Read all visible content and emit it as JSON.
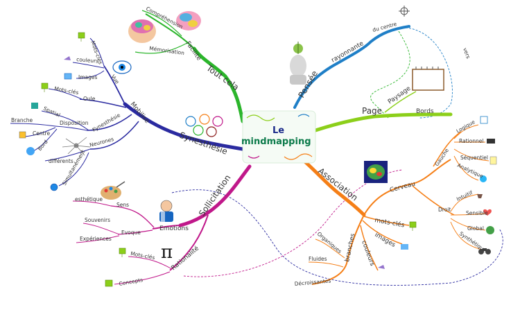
{
  "center": {
    "line1": "Le",
    "line2": "mindmapping"
  },
  "colors": {
    "green": "#2bb52b",
    "blue": "#2a2aa0",
    "orange": "#f57f17",
    "magenta": "#c0188a",
    "teal": "#1f7fc7",
    "lime": "#8ccf1a",
    "darkred": "#8b1a1a"
  },
  "branches": {
    "tout_cela": {
      "label": "Tout cela",
      "facilite": "Facilite",
      "comprehension": "Compréhension",
      "memorisation": "Mémorisation"
    },
    "pensee": {
      "label": "Pensée",
      "rayonnante": "rayonnante",
      "du_centre": "du centre",
      "vers": "vers"
    },
    "page": {
      "label": "Page",
      "paysage": "Paysage",
      "bords": "Bords"
    },
    "association": {
      "label": "Association",
      "cerveau": "Cerveau",
      "gauche": "Gauche",
      "gauche_items": [
        "Logique",
        "Rationnel",
        "Séquentiel",
        "Analytique"
      ],
      "droit": "Droit",
      "droit_items": [
        "Intuitif",
        "Sensible",
        "Global",
        "Synthétique"
      ],
      "branches": "branches",
      "branches_items": [
        "Organiques",
        "Fluides",
        "Décroissantes"
      ],
      "mots_cles": "mots-clés",
      "images": "images",
      "couleurs": "couleurs"
    },
    "synesthesie": {
      "label": "Synesthésie"
    },
    "mobilise": {
      "label": "Mobilise",
      "vue": "Vue",
      "mots_cles_1": "Mots-clés",
      "couleurs": "couleurs",
      "images": "Images",
      "oule": "Oule",
      "mots_cles_2": "Mots-clés",
      "kynesthesie": "Kynesthésie",
      "spatial": "Spatial",
      "disposition": "Disposition",
      "branche": "Branche",
      "centre": "Centre",
      "bord": "Bord",
      "neurones": "Neurones",
      "differents": "différents",
      "simultanement": "Simultanément"
    },
    "sollicitation": {
      "label": "Sollicitation",
      "emotions": "Emotions",
      "sens": "Sens",
      "esthetique": "esthétique",
      "evoque": "Evoque",
      "souvenirs": "Souvenirs",
      "experiences": "Expériences",
      "rationalite": "Rationalité",
      "mots_cles": "Mots-clés",
      "concepts": "Concepts",
      "pi": "π"
    }
  }
}
